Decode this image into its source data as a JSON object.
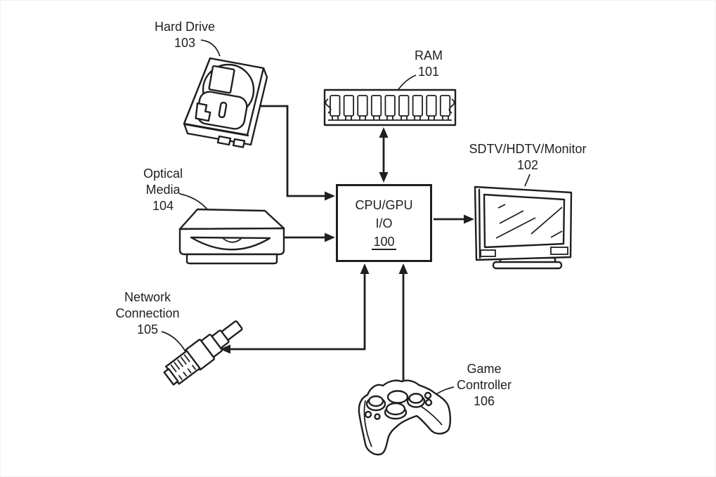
{
  "colors": {
    "ink": "#1f1f1f",
    "background": "#ffffff"
  },
  "components": {
    "cpu": {
      "name_line1": "CPU/GPU",
      "name_line2": "I/O",
      "ref": "100"
    },
    "ram": {
      "name": "RAM",
      "ref": "101"
    },
    "display": {
      "name": "SDTV/HDTV/Monitor",
      "ref": "102"
    },
    "hard_drive": {
      "name": "Hard Drive",
      "ref": "103"
    },
    "optical_media": {
      "name_line1": "Optical",
      "name_line2": "Media",
      "ref": "104"
    },
    "network_connection": {
      "name_line1": "Network",
      "name_line2": "Connection",
      "ref": "105"
    },
    "game_controller": {
      "name_line1": "Game",
      "name_line2": "Controller",
      "ref": "106"
    }
  },
  "connections": [
    {
      "from": "Hard Drive 103",
      "to": "CPU/GPU I/O 100",
      "direction": "one-way"
    },
    {
      "from": "Optical Media 104",
      "to": "CPU/GPU I/O 100",
      "direction": "one-way"
    },
    {
      "from": "RAM 101",
      "to": "CPU/GPU I/O 100",
      "direction": "two-way"
    },
    {
      "from": "CPU/GPU I/O 100",
      "to": "SDTV/HDTV/Monitor 102",
      "direction": "one-way"
    },
    {
      "from": "CPU/GPU I/O 100",
      "to": "Network Connection 105",
      "direction": "two-way"
    },
    {
      "from": "Game Controller 106",
      "to": "CPU/GPU I/O 100",
      "direction": "one-way"
    }
  ]
}
